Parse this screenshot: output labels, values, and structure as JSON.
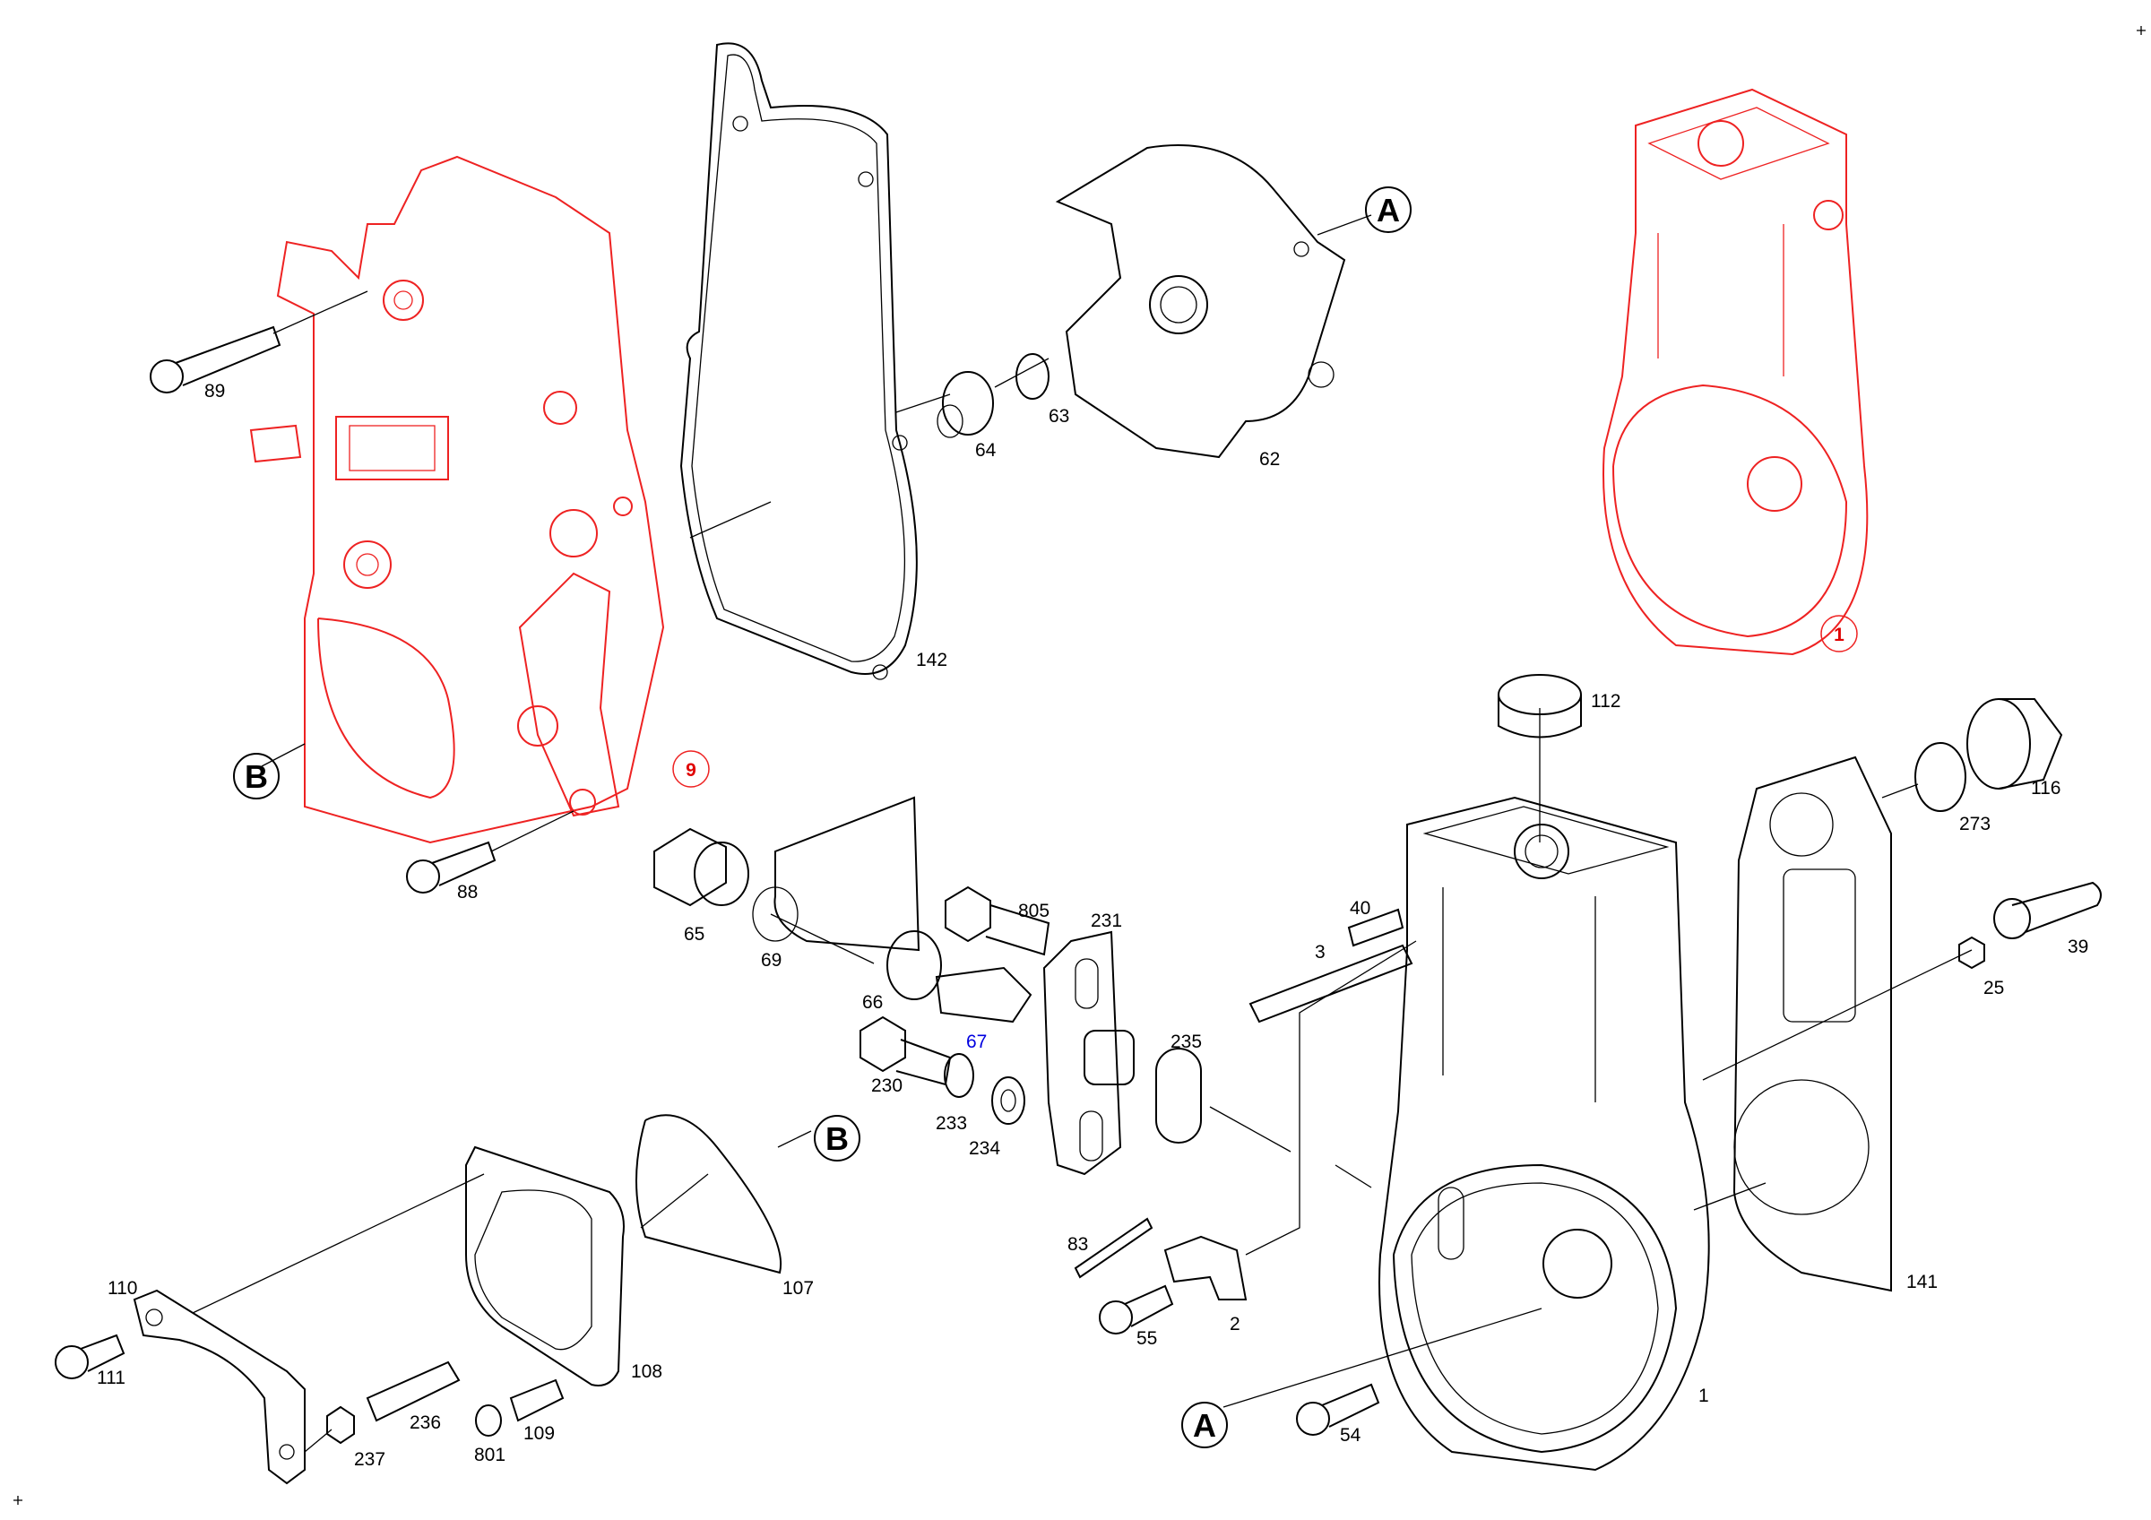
{
  "diagram": {
    "kind": "exploded parts view",
    "accent_colors": {
      "highlight": "#ee2222",
      "line": "#000000",
      "special_label": "#0000e0"
    },
    "reference_markers": {
      "a_top": "A",
      "a_bottom": "A",
      "b_left": "B",
      "b_mid": "B"
    },
    "assembly_markers": {
      "housing_red": "1",
      "cover_red": "9"
    },
    "labels": {
      "p89": "89",
      "p64": "64",
      "p63": "63",
      "p62": "62",
      "p142": "142",
      "p88": "88",
      "p112": "112",
      "p116": "116",
      "p273": "273",
      "p65": "65",
      "p69": "69",
      "p805": "805",
      "p231": "231",
      "p40": "40",
      "p3": "3",
      "p39": "39",
      "p25": "25",
      "p66": "66",
      "p67": "67",
      "p230": "230",
      "p233": "233",
      "p234": "234",
      "p235": "235",
      "p107": "107",
      "p110": "110",
      "p111": "111",
      "p236": "236",
      "p237": "237",
      "p801": "801",
      "p109": "109",
      "p108": "108",
      "p83": "83",
      "p2": "2",
      "p55": "55",
      "p141": "141",
      "p54": "54",
      "p1": "1"
    }
  }
}
